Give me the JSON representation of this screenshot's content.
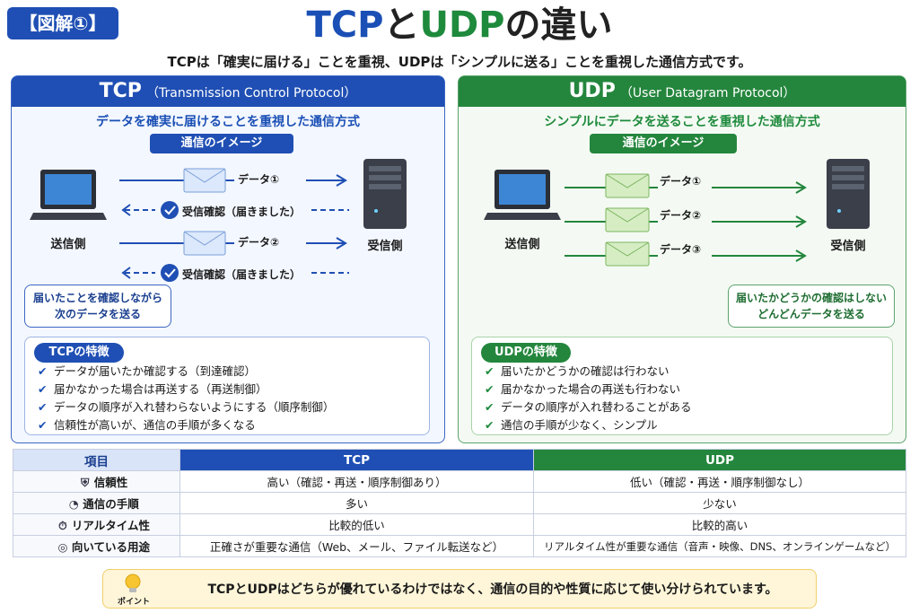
{
  "badge": "【図解①】",
  "title": {
    "part1": "TCP",
    "part2": "と",
    "part3": "UDP",
    "part4": "の違い"
  },
  "subtitle": "TCPは「確実に届ける」ことを重視、UDPは「シンプルに送る」ことを重視した通信方式です。",
  "tcp": {
    "name": "TCP",
    "full": "（Transmission Control Protocol）",
    "lead": "データを確実に届けることを重視した通信方式",
    "image_label": "通信のイメージ",
    "sender": "送信側",
    "receiver": "受信側",
    "data1": "データ①",
    "ack1": "受信確認（届きました）",
    "data2": "データ②",
    "ack2": "受信確認（届きました）",
    "bubble_line1": "届いたことを確認しながら",
    "bubble_line2": "次のデータを送る",
    "features_title": "TCPの特徴",
    "features": [
      "データが届いたか確認する（到達確認）",
      "届かなかった場合は再送する（再送制御）",
      "データの順序が入れ替わらないようにする（順序制御）",
      "信頼性が高いが、通信の手順が多くなる"
    ]
  },
  "udp": {
    "name": "UDP",
    "full": "（User Datagram Protocol）",
    "lead": "シンプルにデータを送ることを重視した通信方式",
    "image_label": "通信のイメージ",
    "sender": "送信側",
    "receiver": "受信側",
    "data1": "データ①",
    "data2": "データ②",
    "data3": "データ③",
    "bubble_line1": "届いたかどうかの確認はしない",
    "bubble_line2": "どんどんデータを送る",
    "features_title": "UDPの特徴",
    "features": [
      "届いたかどうかの確認は行わない",
      "届かなかった場合の再送も行わない",
      "データの順序が入れ替わることがある",
      "通信の手順が少なく、シンプル"
    ]
  },
  "table": {
    "headers": [
      "項目",
      "TCP",
      "UDP"
    ],
    "rows": [
      {
        "item": "信頼性",
        "tcp": "高い（確認・再送・順序制御あり）",
        "udp": "低い（確認・再送・順序制御なし）"
      },
      {
        "item": "通信の手順",
        "tcp": "多い",
        "udp": "少ない"
      },
      {
        "item": "リアルタイム性",
        "tcp": "比較的低い",
        "udp": "比較的高い"
      },
      {
        "item": "向いている用途",
        "tcp": "正確さが重要な通信（Web、メール、ファイル転送など）",
        "udp": "リアルタイム性が重要な通信（音声・映像、DNS、オンラインゲームなど）"
      }
    ]
  },
  "point": {
    "label": "ポイント",
    "text": "TCPとUDPはどちらが優れているわけではなく、通信の目的や性質に応じて使い分けられています。"
  },
  "colors": {
    "tcp": "#1f4fb4",
    "udp": "#24863d",
    "point_bg": "#fff6d9"
  },
  "icons": [
    "laptop-icon",
    "server-icon",
    "envelope-icon",
    "check-circle-icon",
    "shield-icon",
    "gauge-icon",
    "stopwatch-icon",
    "target-icon",
    "lightbulb-icon"
  ]
}
